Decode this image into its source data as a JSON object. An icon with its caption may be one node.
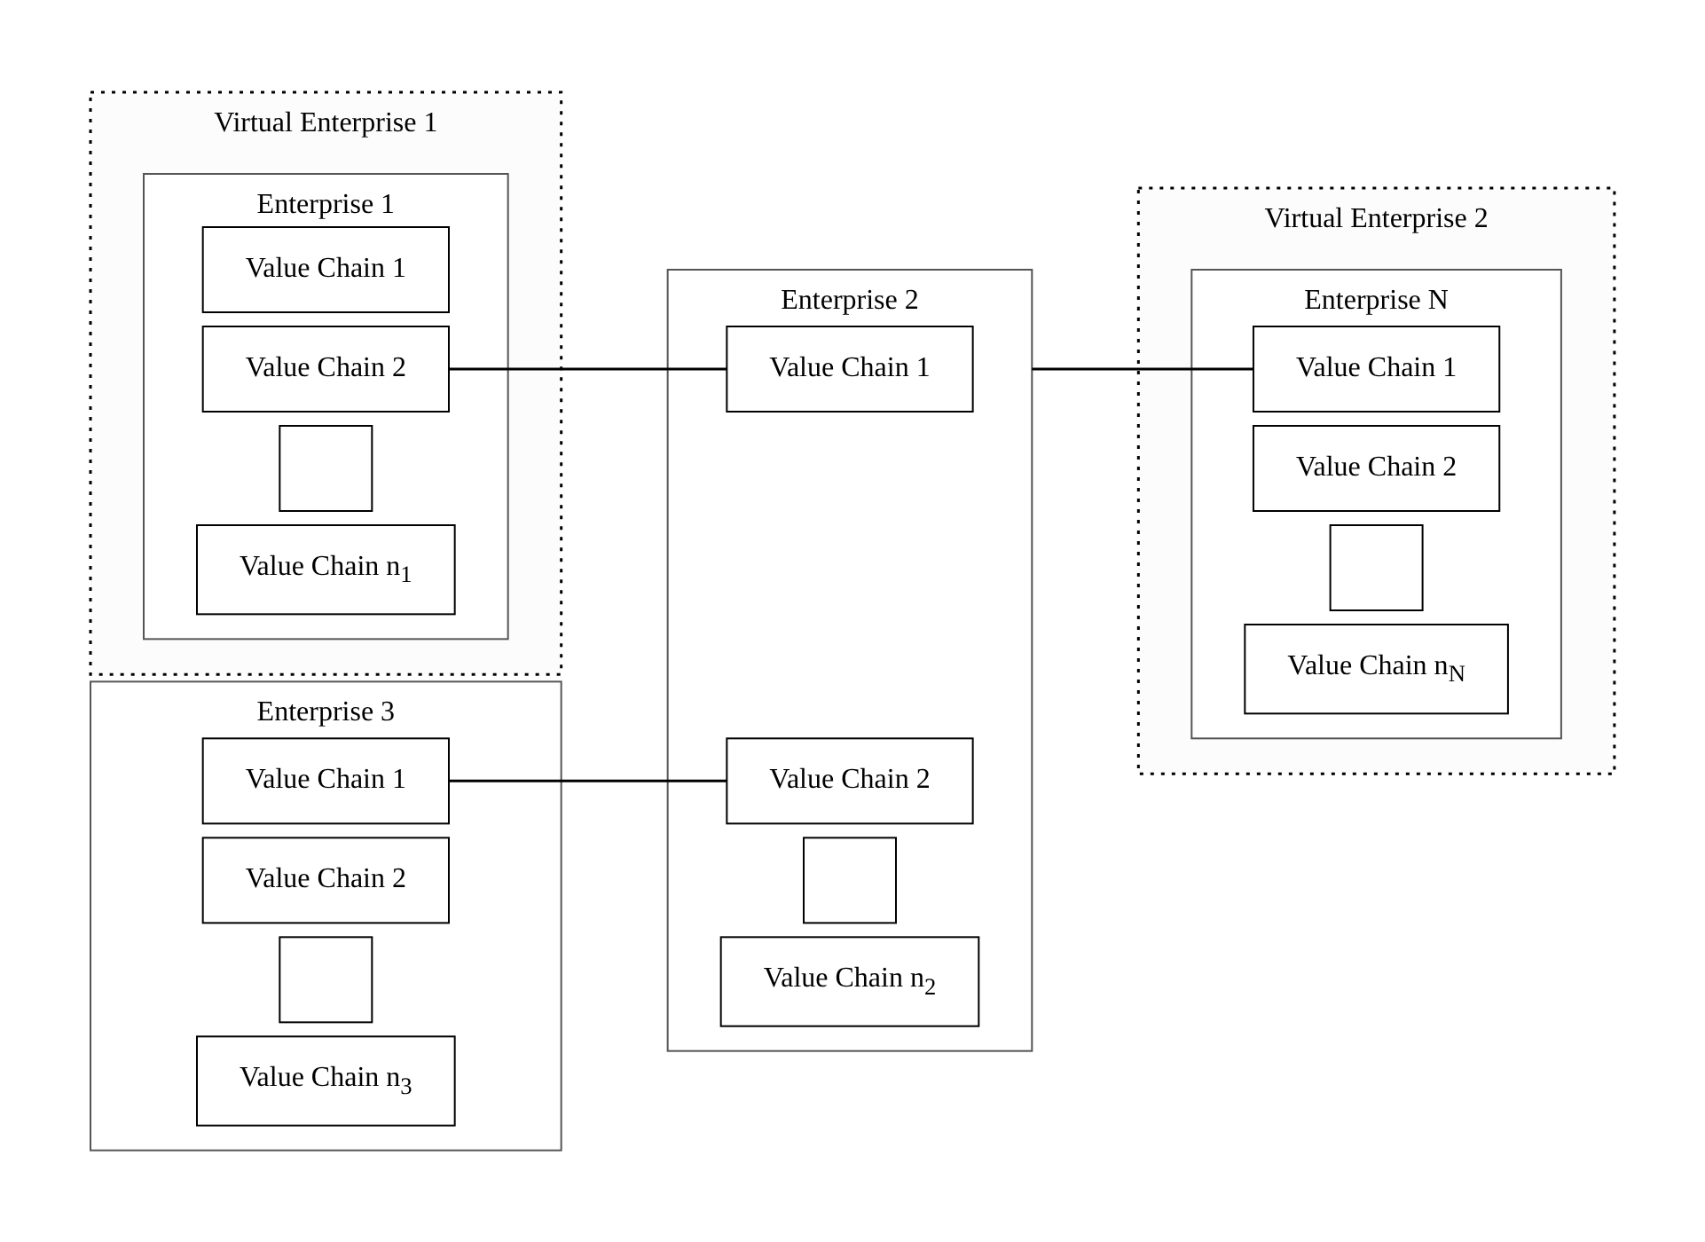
{
  "diagram": {
    "nodes": [
      {
        "text": [
          "Virtual Enterprise 1"
        ]
      },
      {
        "text": [
          "Enterprise 1"
        ],
        "in": 0
      },
      {
        "text": [
          "Value Chain 1"
        ],
        "in": 1
      },
      {
        "text": [
          "Value Chain 2"
        ],
        "in": 1
      },
      {
        "text": [],
        "shape": "box",
        "in": 1
      },
      {
        "text": [
          "Value Chain n$_{1}$"
        ],
        "in": 1
      },
      {
        "text": [
          "Virtual Enterprise 2"
        ]
      },
      {
        "text": [
          "Enterprise 2"
        ]
      },
      {
        "text": [
          "Value Chain 1"
        ],
        "in": 7
      },
      {
        "text": [
          "Value Chain 2"
        ],
        "in": 7
      },
      {
        "text": [],
        "shape": "box",
        "in": 7
      },
      {
        "text": [
          "Value Chain n$_{2}$"
        ],
        "in": 7
      },
      {
        "text": [
          "Enterprise N"
        ],
        "in": 6
      },
      {
        "text": [
          "Value Chain 1"
        ],
        "in": 12
      },
      {
        "text": [
          "Value Chain 2"
        ],
        "in": 12
      },
      {
        "text": [],
        "shape": "box",
        "in": 12
      },
      {
        "text": [
          "Value Chain n$_{N}$"
        ],
        "in": 12
      },
      {
        "text": [
          "Enterprise 3"
        ]
      },
      {
        "text": [
          "Value Chain 1"
        ],
        "in": 17
      },
      {
        "text": [
          "Value Chain 2"
        ],
        "in": 17
      },
      {
        "text": [],
        "shape": "box",
        "in": 17
      },
      {
        "text": [
          "Value Chain n$_{3}$"
        ],
        "in": 17
      }
    ],
    "edges": [
      {
        "from": 3,
        "to": 8,
        "arrow": "none"
      },
      {
        "from": 18,
        "to": 9,
        "arrow": "none"
      },
      {
        "from": 7,
        "to": 13,
        "arrow": "none"
      }
    ]
  }
}
